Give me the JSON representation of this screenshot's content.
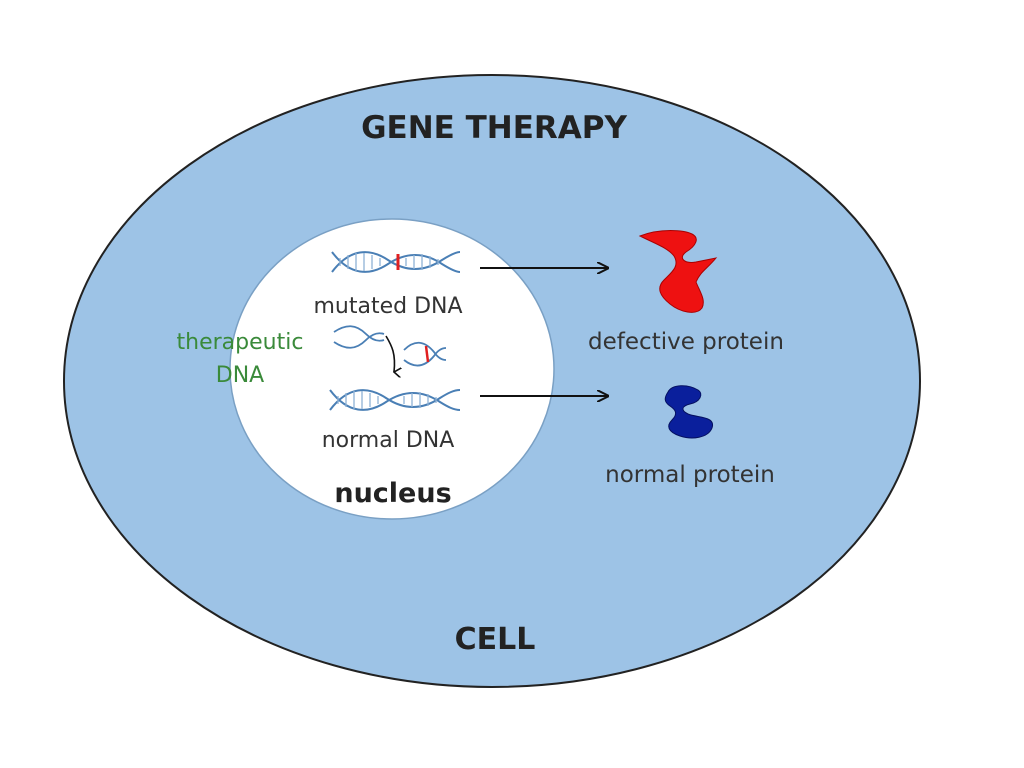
{
  "title": "GENE THERAPY",
  "cell_label": "CELL",
  "nucleus_label": "nucleus",
  "therapeutic_dna_label": {
    "line1": "therapeutic",
    "line2": "DNA"
  },
  "mutated_dna_label": "mutated DNA",
  "normal_dna_label": "normal DNA",
  "defective_protein_label": "defective protein",
  "normal_protein_label": "normal protein",
  "colors": {
    "cell_fill": "#9dc3e6",
    "cell_stroke": "#222222",
    "nucleus_fill": "#ffffff",
    "dna_strand": "#4a7fb5",
    "mutation_mark": "#e02020",
    "defective_protein": "#ee1111",
    "normal_protein": "#0a1f9c",
    "therapeutic_text": "#3a8a3a"
  }
}
